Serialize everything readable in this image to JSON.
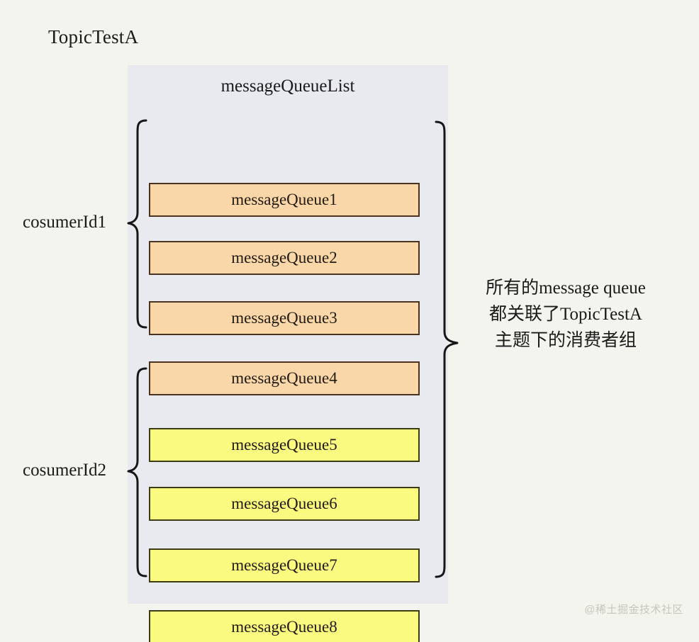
{
  "diagram": {
    "topic_title": "TopicTestA",
    "panel_title": "messageQueueList",
    "background_color": "#f4f4ee",
    "panel_color": "#e8eaef",
    "orange_fill": "#fad7a8",
    "orange_border": "#4a3420",
    "yellow_fill": "#fafa80",
    "yellow_border": "#3d3d14",
    "brace_color": "#161616"
  },
  "queues": [
    {
      "label": "messageQueue1",
      "group": "orange"
    },
    {
      "label": "messageQueue2",
      "group": "orange"
    },
    {
      "label": "messageQueue3",
      "group": "orange"
    },
    {
      "label": "messageQueue4",
      "group": "orange"
    },
    {
      "label": "messageQueue5",
      "group": "yellow"
    },
    {
      "label": "messageQueue6",
      "group": "yellow"
    },
    {
      "label": "messageQueue7",
      "group": "yellow"
    },
    {
      "label": "messageQueue8",
      "group": "yellow"
    }
  ],
  "consumers": [
    {
      "label": "cosumerId1"
    },
    {
      "label": "cosumerId2"
    }
  ],
  "annotation": {
    "line1": "所有的message queue",
    "line2": "都关联了TopicTestA",
    "line3": "主题下的消费者组"
  },
  "watermark": "@稀土掘金技术社区"
}
